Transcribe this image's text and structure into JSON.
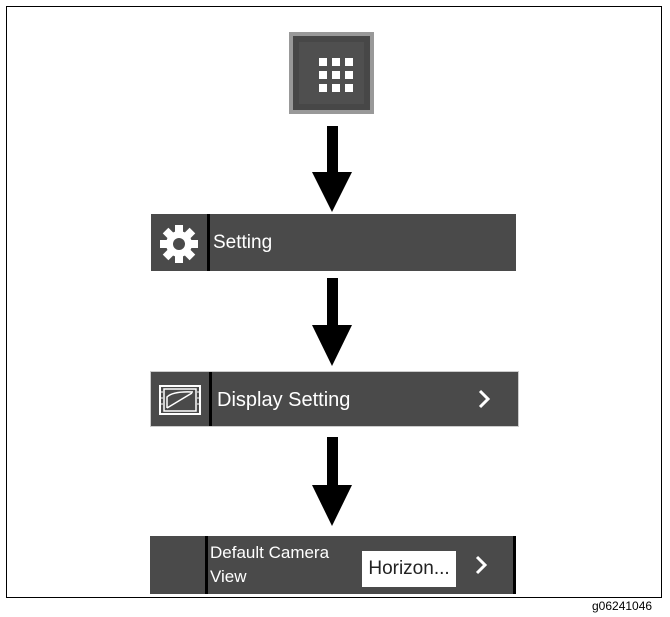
{
  "menu_steps": {
    "apps_button": {
      "icon": "grid-apps-icon"
    },
    "setting": {
      "icon": "gear-icon",
      "label": "Setting"
    },
    "display_setting": {
      "icon": "display-screen-icon",
      "label": "Display Setting",
      "chevron": "chevron-right-icon"
    },
    "default_camera_view": {
      "label": "Default Camera View",
      "value": "Horizon...",
      "chevron": "chevron-right-icon"
    }
  },
  "figure_id": "g06241046",
  "colors": {
    "bar": "#4a4a4a",
    "arrow": "#000000",
    "text": "#ffffff"
  }
}
